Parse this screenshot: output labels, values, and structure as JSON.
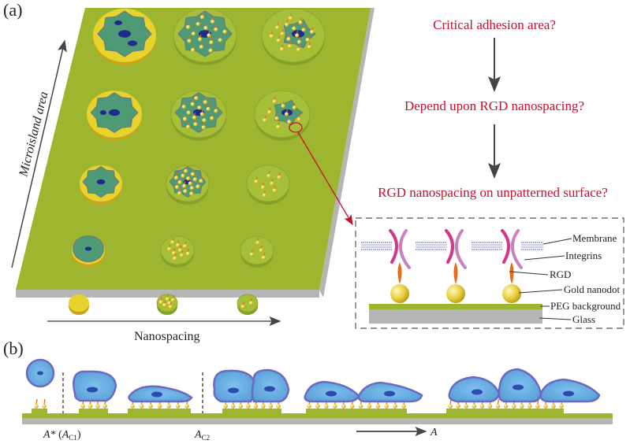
{
  "figure": {
    "panel_a_label": "(a)",
    "panel_b_label": "(b)",
    "colors": {
      "substrate_green": "#9db52f",
      "substrate_side": "#b5b5b5",
      "gold_island": "#e8d22c",
      "cell_green": "#4f9a76",
      "nucleus": "#1f2a8a",
      "cell_blue": "#5ea6dc",
      "cell_outline": "#6a6ac0",
      "question_red": "#c8102e",
      "rgd_orange": "#e86a1a",
      "integrin_magenta": "#d0398a",
      "integrin_light": "#c782c0"
    }
  },
  "panel_a": {
    "y_axis_label": "Microisland area",
    "x_axis_label": "Nanospacing",
    "grid": {
      "rows": 5,
      "cols": 3,
      "description": "Microislands decreasing in area from top to bottom; RGD nanospacing increasing from left to right"
    },
    "questions": [
      "Critical adhesion area?",
      "Depend upon RGD nanospacing?",
      "RGD nanospacing on unpatterned surface?"
    ],
    "inset_labels": [
      "Membrane",
      "Integrins",
      "RGD",
      "Gold nanodot",
      "PEG background",
      "Glass"
    ]
  },
  "panel_b": {
    "labels": {
      "a_star": "A*",
      "ac1_open": "(",
      "ac1_base": "A",
      "ac1_sub": "C1",
      "ac1_close": ")",
      "ac2_base": "A",
      "ac2_sub": "C2",
      "a_arrow": "A"
    },
    "stages": [
      {
        "name": "no-adhesion",
        "cells": 1
      },
      {
        "name": "single-cell-small",
        "cells": 1
      },
      {
        "name": "single-cell-spread",
        "cells": 1
      },
      {
        "name": "two-cells",
        "cells": 2
      },
      {
        "name": "two-cells-spread",
        "cells": 2
      },
      {
        "name": "three-cells",
        "cells": 3
      }
    ]
  }
}
